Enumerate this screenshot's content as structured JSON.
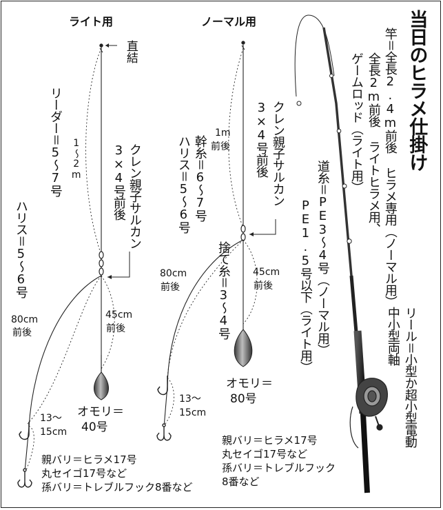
{
  "title": "当日のヒラメ仕掛け",
  "rod": {
    "line1": "竿＝全長2.4m前後 ヒラメ専用（ノーマル用）",
    "line2": "全長2m前後 ライトヒラメ用、",
    "line3": "ゲームロッド（ライト用）"
  },
  "reel": {
    "line1": "リール＝小型か超小型電動",
    "line2": "中小型両軸"
  },
  "mainline": {
    "line1": "道糸＝PE3〜4号（ノーマル用）",
    "line2": "PE1.5号以下（ライト用）"
  },
  "light": {
    "heading": "ライト用",
    "direct": "直結",
    "leader": "リーダー＝5〜7号",
    "leader_len": "1〜2m",
    "swivel": "クレン親子サルカン",
    "swivel_size": "3×4号前後",
    "harris": "ハリス＝5〜6号",
    "harris_len_a": "80cm",
    "harris_len_b": "前後",
    "sinker_len_a": "45cm",
    "sinker_len_b": "前後",
    "sinker_a": "オモリ＝",
    "sinker_b": "40号",
    "hook_gap_a": "13〜",
    "hook_gap_b": "15cm",
    "hooks_1": "親バリ＝ヒラメ17号",
    "hooks_2": "丸セイゴ17号など",
    "hooks_3": "孫バリ＝トレブルフック8番など"
  },
  "normal": {
    "heading": "ノーマル用",
    "len_a": "1m",
    "len_b": "前後",
    "swivel": "クレン親子サルカン",
    "swivel_size": "3×4号前後",
    "mikiito": "幹糸＝6〜7号",
    "harris": "ハリス＝5〜6号",
    "harris_len_a": "80cm",
    "harris_len_b": "前後",
    "sute": "捨て糸＝3〜4号",
    "sute_len_a": "45cm",
    "sute_len_b": "前後",
    "sinker_a": "オモリ＝",
    "sinker_b": "80号",
    "hook_gap_a": "13〜",
    "hook_gap_b": "15cm",
    "hooks_1": "親バリ＝ヒラメ17号",
    "hooks_2": "丸セイゴ17号など",
    "hooks_3": "孫バリ＝トレブルフック",
    "hooks_4": "8番など"
  }
}
